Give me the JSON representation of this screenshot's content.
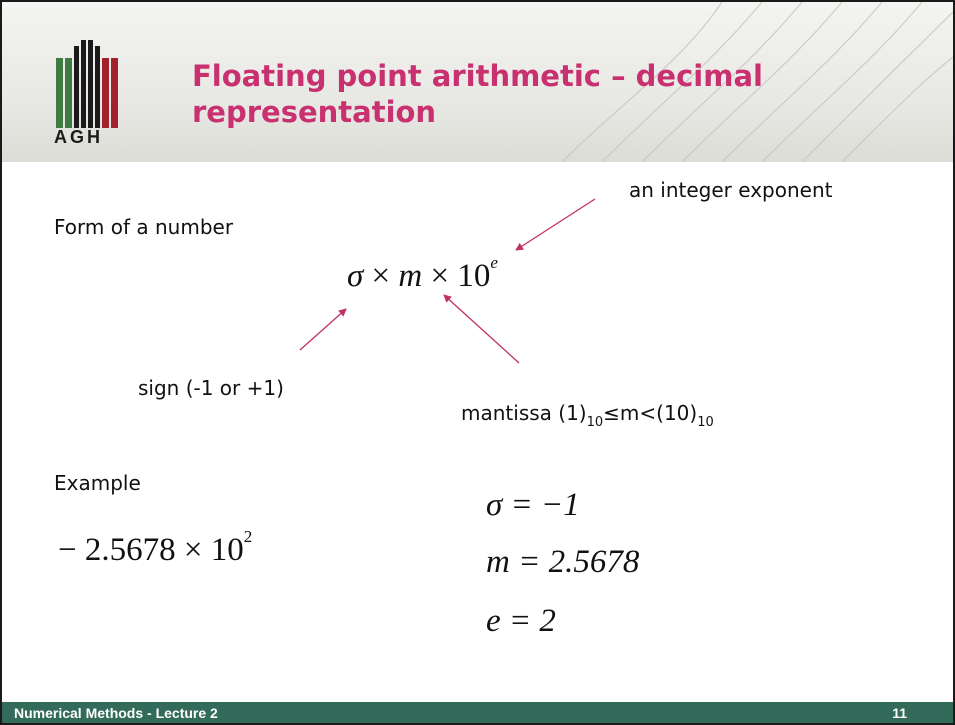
{
  "slide": {
    "logo_text": "AGH",
    "title": "Floating point arithmetic – decimal representation"
  },
  "content": {
    "form_label": "Form of a number",
    "exponent_label": "an integer exponent",
    "sign_label": "sign (-1 or +1)",
    "mantissa_label_prefix": "mantissa (1)",
    "mantissa_sub1": "10",
    "mantissa_mid": "≤m<(10)",
    "mantissa_sub2": "10",
    "example_label": "Example"
  },
  "formula": {
    "sigma": "σ",
    "times1": " × ",
    "m": "m",
    "times2": " × ",
    "base": "10",
    "exponent": "e"
  },
  "example": {
    "number_mantissa": "− 2.5678 × 10",
    "number_exponent": "2",
    "sigma_line": "σ = −1",
    "m_line": "m = 2.5678",
    "e_line": "e = 2"
  },
  "footer": {
    "course_title": "Numerical Methods - Lecture 2",
    "page_number": "11"
  },
  "colors": {
    "title": "#c8306f",
    "arrow": "#c0306a",
    "footer_bg": "#336b5a",
    "logo_green": "#3e7a42",
    "logo_red": "#a3212a"
  }
}
